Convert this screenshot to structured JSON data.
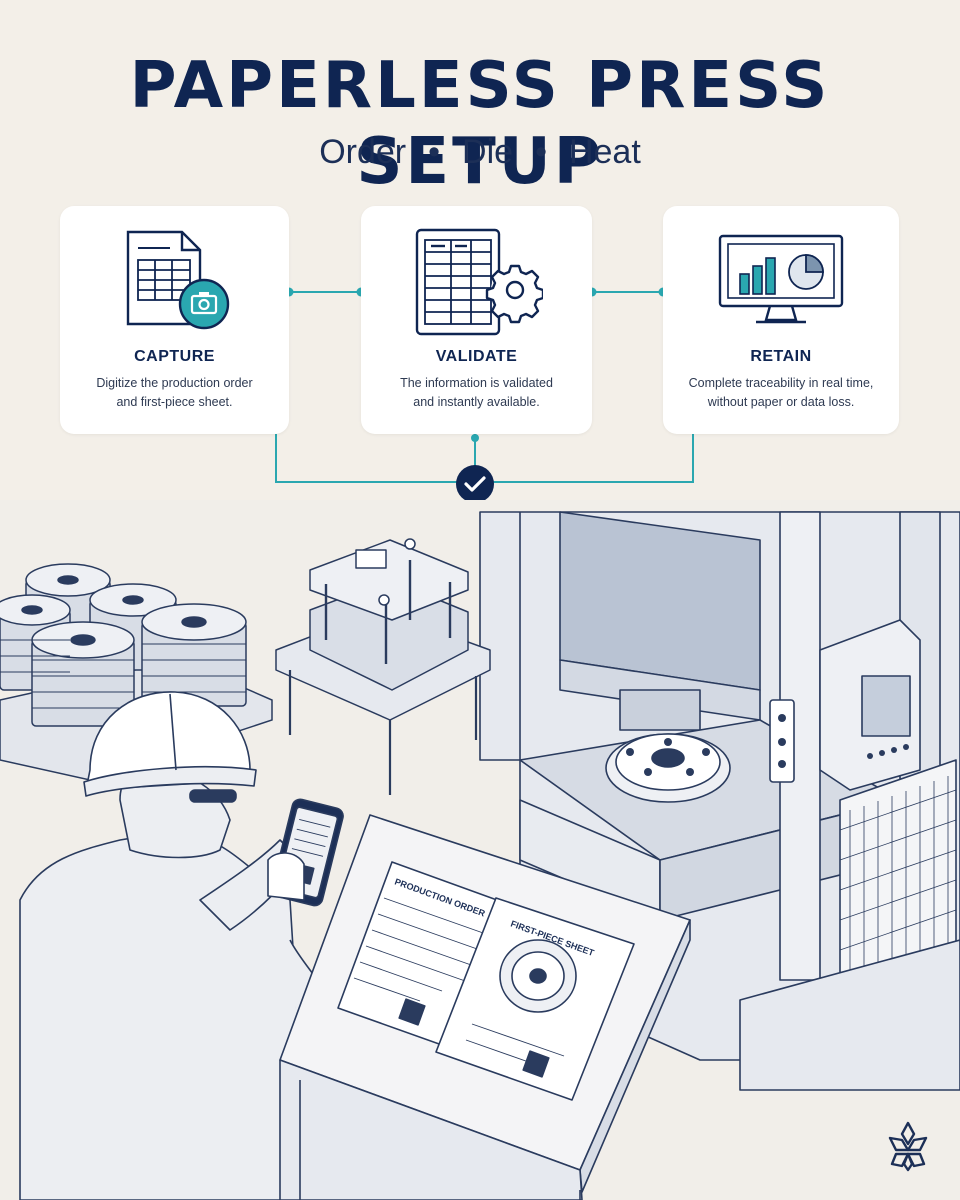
{
  "header": {
    "title": "PAPERLESS PRESS SETUP",
    "subtitle_items": [
      "Order",
      "Die",
      "Heat"
    ]
  },
  "steps": [
    {
      "title": "CAPTURE",
      "desc_line1": "Digitize the production order",
      "desc_line2": "and first-piece sheet.",
      "icon": "document-camera-icon"
    },
    {
      "title": "VALIDATE",
      "desc_line1": "The information is validated",
      "desc_line2": "and instantly available.",
      "icon": "spreadsheet-gear-icon"
    },
    {
      "title": "RETAIN",
      "desc_line1": "Complete traceability in real time,",
      "desc_line2": "without paper or data loss.",
      "icon": "monitor-chart-icon"
    }
  ],
  "illustration": {
    "doc_production_order": "PRODUCTION ORDER",
    "doc_first_piece": "FIRST-PIECE SHEET"
  },
  "colors": {
    "navy": "#0f2552",
    "teal": "#2aa7b0",
    "background": "#f3efe8",
    "card": "#ffffff"
  }
}
